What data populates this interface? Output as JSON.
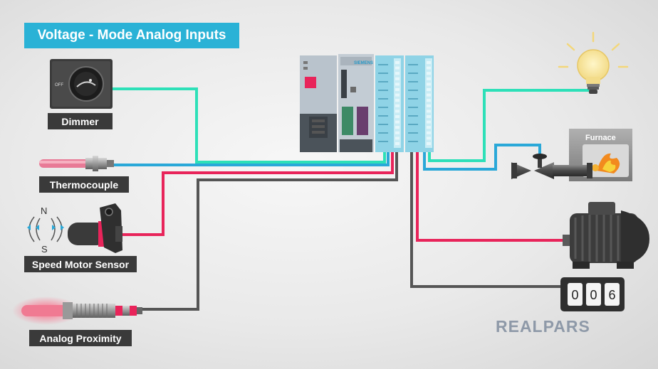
{
  "title": "Voltage - Mode Analog Inputs",
  "inputs": {
    "dimmer": {
      "label": "Dimmer",
      "off_text": "OFF"
    },
    "thermocouple": {
      "label": "Thermocouple"
    },
    "speed_sensor": {
      "label": "Speed Motor Sensor",
      "north": "N",
      "south": "S"
    },
    "proximity": {
      "label": "Analog Proximity"
    }
  },
  "plc": {
    "brand": "SIEMENS"
  },
  "outputs": {
    "furnace": {
      "label": "Furnace"
    },
    "counter": {
      "digits": [
        "0",
        "0",
        "6"
      ]
    }
  },
  "logo": {
    "text": "REALPARS"
  },
  "colors": {
    "teal": "#2de0b8",
    "blue": "#2aa8d8",
    "red": "#e8245a",
    "gray": "#555555",
    "title_bg": "#2ab2d6",
    "label_bg": "#3a3a3a"
  },
  "icons": [
    "knob-icon",
    "thermocouple-icon",
    "magnet-icon",
    "speed-sensor-icon",
    "proximity-sensor-icon",
    "plc-icon",
    "light-bulb-icon",
    "valve-icon",
    "flame-icon",
    "motor-icon",
    "counter-icon"
  ]
}
